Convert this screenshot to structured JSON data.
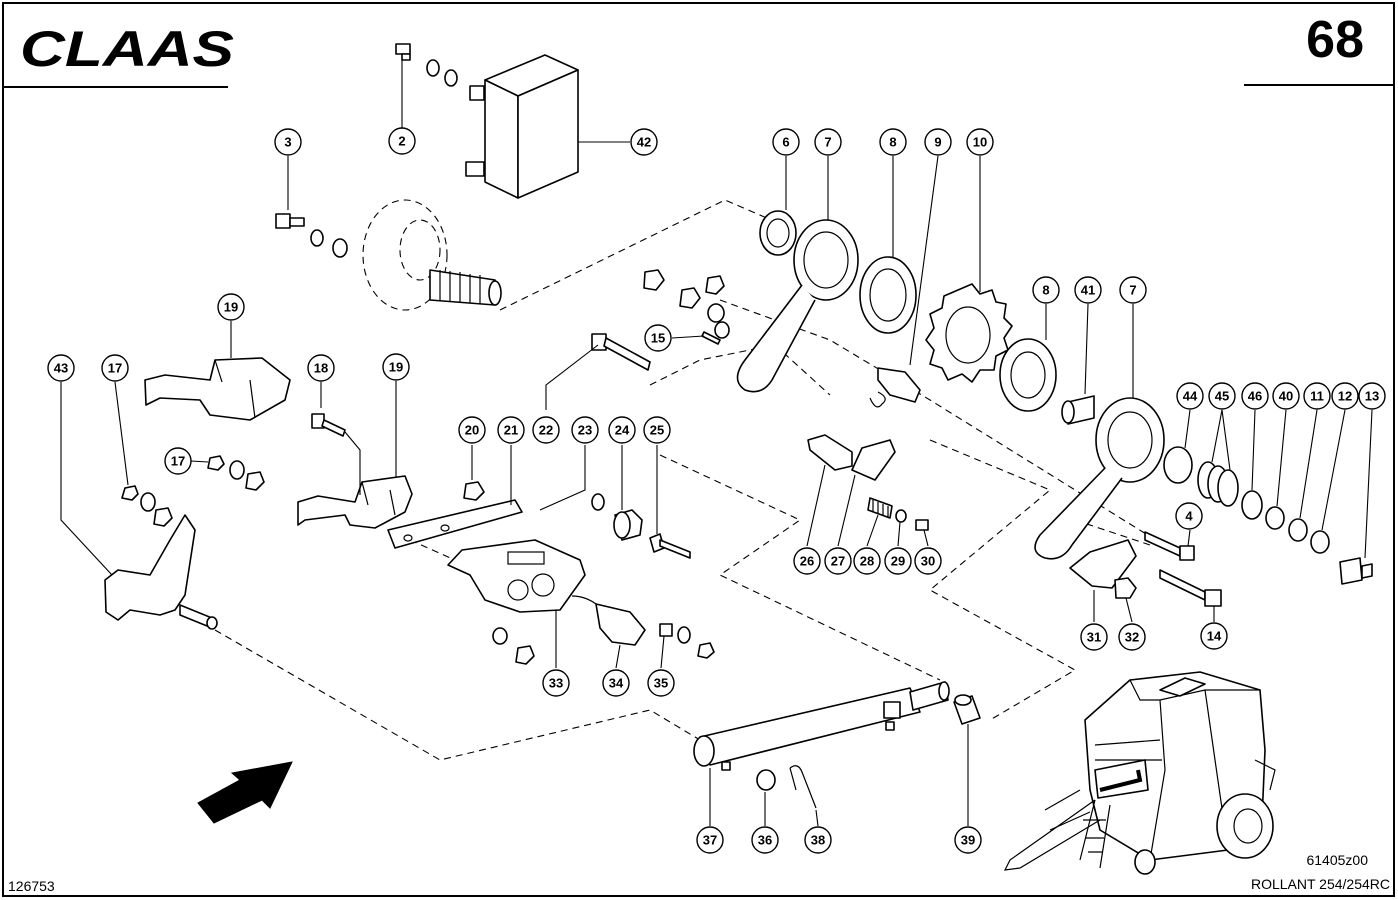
{
  "header": {
    "brand": "CLAAS",
    "page_number": "68"
  },
  "footer": {
    "drawing_number": "126753",
    "image_code": "61405z00",
    "model": "ROLLANT 254/254RC"
  },
  "callouts": [
    "2",
    "3",
    "4",
    "6",
    "7",
    "7",
    "8",
    "8",
    "9",
    "10",
    "11",
    "12",
    "13",
    "14",
    "15",
    "17",
    "17",
    "18",
    "19",
    "19",
    "20",
    "21",
    "22",
    "23",
    "24",
    "25",
    "26",
    "27",
    "28",
    "29",
    "30",
    "31",
    "32",
    "33",
    "34",
    "35",
    "36",
    "37",
    "38",
    "39",
    "40",
    "41",
    "42",
    "43",
    "44",
    "45",
    "46"
  ]
}
